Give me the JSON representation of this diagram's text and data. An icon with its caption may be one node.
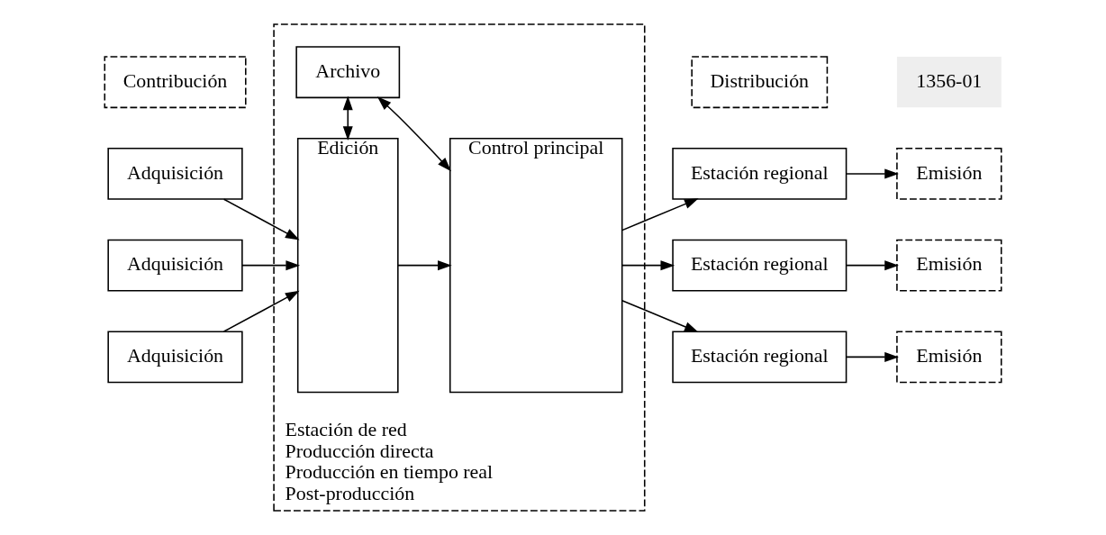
{
  "diagram": {
    "nodes": [
      {
        "text": [
          "Estación de red",
          "Producción directa",
          "Producción en tiempo real",
          "Post-producción"
        ]
      },
      {
        "text": [
          "Archivo"
        ],
        "in": 0
      },
      {
        "text": [
          "Edición"
        ],
        "in": 0
      },
      {
        "text": [
          "Control principal"
        ],
        "in": 0
      },
      {
        "text": [
          "Adquisición"
        ]
      },
      {
        "text": [
          "Adquisición"
        ]
      },
      {
        "text": [
          "Adquisición"
        ]
      },
      {
        "text": [
          "Contribución"
        ]
      },
      {
        "text": [
          "Distribución"
        ]
      },
      {
        "text": [
          "Estación regional"
        ]
      },
      {
        "text": [
          "Estación regional"
        ]
      },
      {
        "text": [
          "Estación regional"
        ]
      },
      {
        "text": [
          "Emisión"
        ]
      },
      {
        "text": [
          "Emisión"
        ]
      },
      {
        "text": [
          "Emisión"
        ]
      }
    ],
    "edges": [
      {
        "from": 1,
        "to": 2,
        "arrow": "both"
      },
      {
        "from": 1,
        "to": 3,
        "arrow": "both"
      },
      {
        "from": 4,
        "to": 2,
        "arrow": "to"
      },
      {
        "from": 5,
        "to": 2,
        "arrow": "to"
      },
      {
        "from": 6,
        "to": 2,
        "arrow": "to"
      },
      {
        "from": 2,
        "to": 3,
        "arrow": "to"
      },
      {
        "from": 3,
        "to": 9,
        "arrow": "to"
      },
      {
        "from": 3,
        "to": 10,
        "arrow": "to"
      },
      {
        "from": 3,
        "to": 11,
        "arrow": "to"
      },
      {
        "from": 9,
        "to": 12,
        "arrow": "to"
      },
      {
        "from": 10,
        "to": 13,
        "arrow": "to"
      },
      {
        "from": 11,
        "to": 14,
        "arrow": "to"
      }
    ],
    "labels": [
      "1356-01"
    ]
  }
}
